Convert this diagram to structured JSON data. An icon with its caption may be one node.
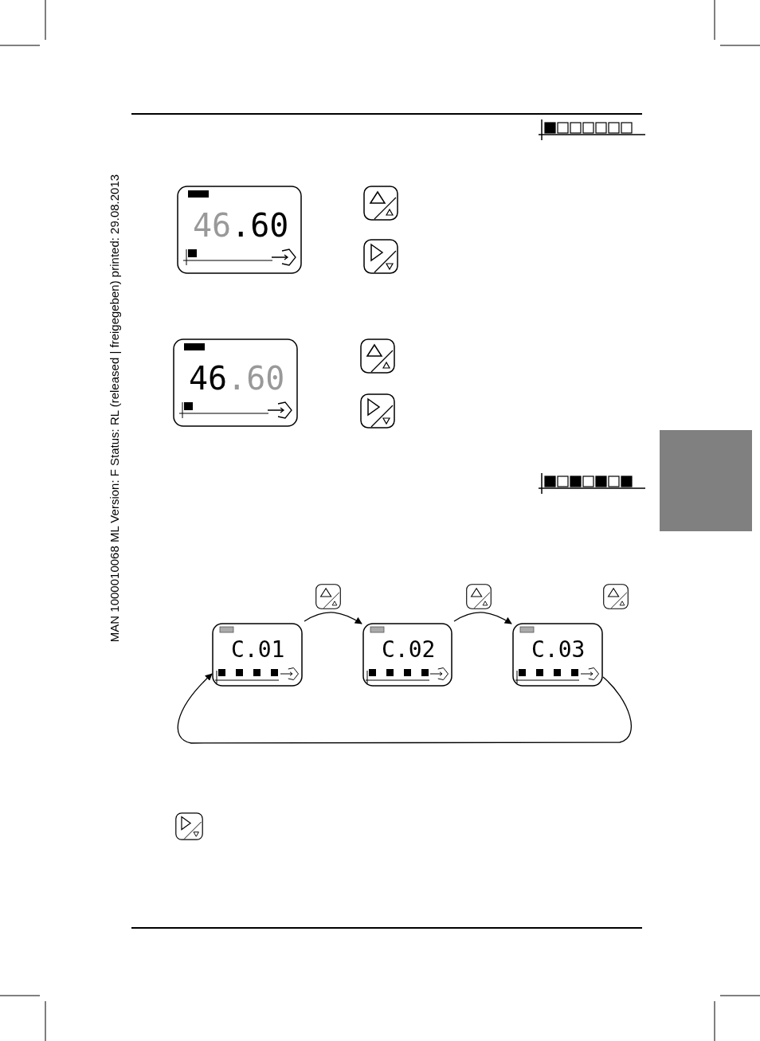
{
  "diagram": {
    "nodes": [
      {
        "text": [
          "46.60"
        ]
      },
      {
        "text": [
          "46.60"
        ]
      },
      {
        "text": [
          "C.01"
        ]
      },
      {
        "text": [
          "C.02"
        ]
      },
      {
        "text": [
          "C.03"
        ]
      }
    ],
    "edges": [
      {
        "from": 2,
        "to": 3,
        "arrow": "to"
      },
      {
        "from": 3,
        "to": 4,
        "arrow": "to"
      },
      {
        "from": 4,
        "to": 2,
        "arrow": "to"
      }
    ],
    "labels": [
      "MAN 1000010068 ML Version: F Status: RL (released | freigegeben) printed: 29.08.2013"
    ]
  }
}
